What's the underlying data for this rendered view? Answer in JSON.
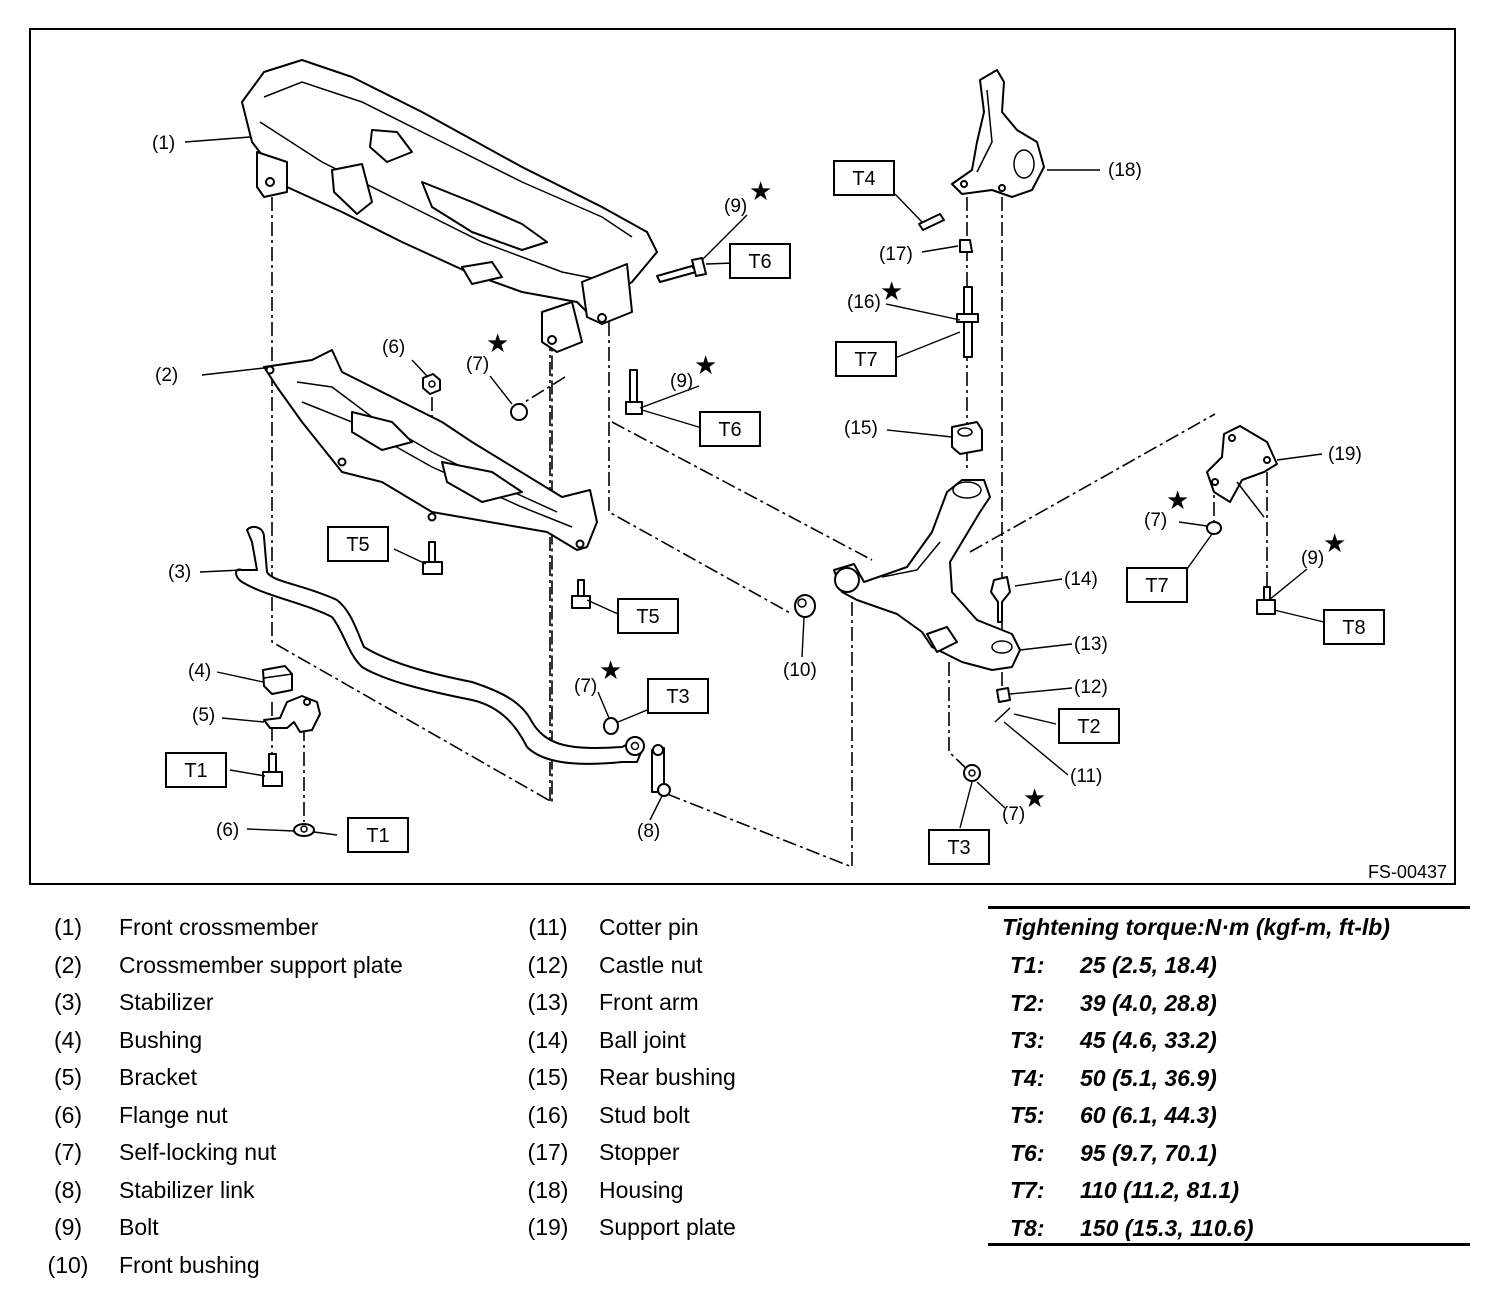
{
  "figure_id": "FS-00437",
  "callouts": {
    "c1": "(1)",
    "c2": "(2)",
    "c3": "(3)",
    "c4": "(4)",
    "c5": "(5)",
    "c6a": "(6)",
    "c6b": "(6)",
    "c7a": "(7)",
    "c7b": "(7)",
    "c7c": "(7)",
    "c7d": "(7)",
    "c8": "(8)",
    "c9a": "(9)",
    "c9b": "(9)",
    "c9c": "(9)",
    "c10": "(10)",
    "c11": "(11)",
    "c12": "(12)",
    "c13": "(13)",
    "c14": "(14)",
    "c15": "(15)",
    "c16": "(16)",
    "c17": "(17)",
    "c18": "(18)",
    "c19": "(19)"
  },
  "torque_tags": {
    "t1a": "T1",
    "t1b": "T1",
    "t2": "T2",
    "t3a": "T3",
    "t3b": "T3",
    "t4": "T4",
    "t5a": "T5",
    "t5b": "T5",
    "t6a": "T6",
    "t6b": "T6",
    "t7a": "T7",
    "t7b": "T7",
    "t8": "T8"
  },
  "star_symbol": "★",
  "legend": [
    {
      "num": "(1)",
      "name": "Front crossmember"
    },
    {
      "num": "(2)",
      "name": "Crossmember support plate"
    },
    {
      "num": "(3)",
      "name": "Stabilizer"
    },
    {
      "num": "(4)",
      "name": "Bushing"
    },
    {
      "num": "(5)",
      "name": "Bracket"
    },
    {
      "num": "(6)",
      "name": "Flange nut"
    },
    {
      "num": "(7)",
      "name": "Self-locking nut"
    },
    {
      "num": "(8)",
      "name": "Stabilizer link"
    },
    {
      "num": "(9)",
      "name": "Bolt"
    },
    {
      "num": "(10)",
      "name": "Front bushing"
    },
    {
      "num": "(11)",
      "name": "Cotter pin"
    },
    {
      "num": "(12)",
      "name": "Castle nut"
    },
    {
      "num": "(13)",
      "name": "Front arm"
    },
    {
      "num": "(14)",
      "name": "Ball joint"
    },
    {
      "num": "(15)",
      "name": "Rear bushing"
    },
    {
      "num": "(16)",
      "name": "Stud bolt"
    },
    {
      "num": "(17)",
      "name": "Stopper"
    },
    {
      "num": "(18)",
      "name": "Housing"
    },
    {
      "num": "(19)",
      "name": "Support plate"
    }
  ],
  "torque_table": {
    "title": "Tightening torque:N·m (kgf-m, ft-lb)",
    "rows": [
      {
        "key": "T1:",
        "value": "25 (2.5, 18.4)"
      },
      {
        "key": "T2:",
        "value": "39 (4.0, 28.8)"
      },
      {
        "key": "T3:",
        "value": "45 (4.6, 33.2)"
      },
      {
        "key": "T4:",
        "value": "50 (5.1, 36.9)"
      },
      {
        "key": "T5:",
        "value": "60 (6.1, 44.3)"
      },
      {
        "key": "T6:",
        "value": "95 (9.7, 70.1)"
      },
      {
        "key": "T7:",
        "value": "110 (11.2, 81.1)"
      },
      {
        "key": "T8:",
        "value": "150 (15.3, 110.6)"
      }
    ]
  }
}
